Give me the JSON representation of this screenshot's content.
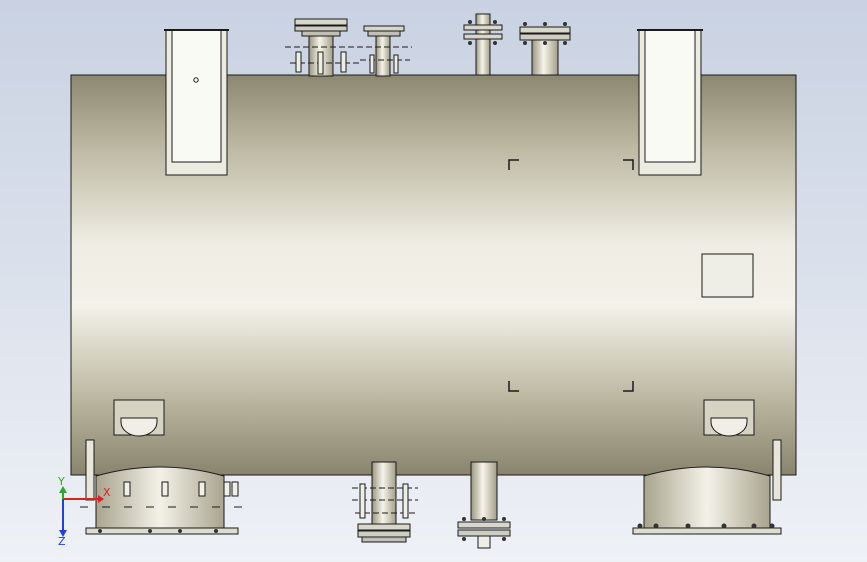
{
  "viewport": {
    "background_top": "#c9d2e2",
    "background_bottom": "#eef1f6",
    "model": "horizontal-pressure-vessel"
  },
  "colors": {
    "shell_light": "#f2f0e6",
    "shell_mid": "#b8b39c",
    "shell_dark": "#86826c",
    "outline": "#1a1a1a",
    "plate": "#eeeee6"
  },
  "triad": {
    "x_label": "X",
    "y_label": "Y",
    "z_label": "Z",
    "x_color": "#e02020",
    "y_color": "#20b020",
    "z_color": "#2040e0"
  }
}
